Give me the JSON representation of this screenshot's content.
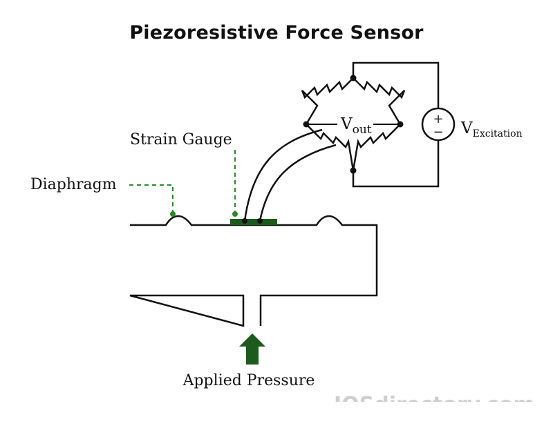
{
  "title": "Piezoresistive Force Sensor",
  "labels": {
    "strain_gauge": "Strain Gauge",
    "diaphragm": "Diaphragm",
    "applied_pressure": "Applied Pressure",
    "vout_main": "V",
    "vout_sub": "out",
    "vexc_main": "V",
    "vexc_sub": "Excitation",
    "plus": "+",
    "minus": "−"
  },
  "watermark": "IQSdirectory.com",
  "colors": {
    "line": "#111111",
    "gauge": "#1d5a1d",
    "leader": "#2a8a2a",
    "arrow": "#1d5a1d"
  }
}
